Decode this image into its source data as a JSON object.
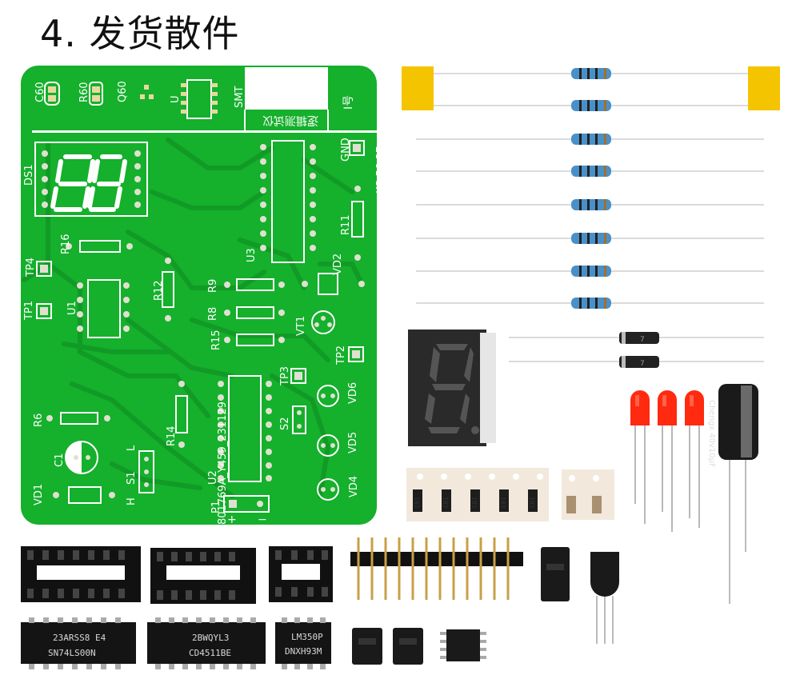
{
  "title": "4. 发货散件",
  "colors": {
    "pcb": "#15b02c",
    "silk": "#ffffff",
    "resistor_body": "#4a90c8",
    "tape": "#f5c400",
    "led": "#ff2a10",
    "cap": "#1a1a1a"
  },
  "pcb": {
    "smt_label": "SMT",
    "box_text": "逻辑测试仪",
    "i_char": "I号",
    "labels": {
      "c60": "C60",
      "r60": "R60",
      "q60": "Q60",
      "u": "U",
      "ds1": "DS1",
      "gnd": "GND",
      "ks": "KS-56-37",
      "r11": "R11",
      "r16": "R16",
      "u3": "U3",
      "vd2": "VD2",
      "tp4": "TP4",
      "tp1": "TP1",
      "u1": "U1",
      "r12": "R12",
      "r9": "R9",
      "r8": "R8",
      "r15": "R15",
      "vt1": "VT1",
      "tp2": "TP2",
      "tp3": "TP3",
      "vd6": "VD6",
      "r6": "R6",
      "r14": "R14",
      "s2": "S2",
      "c1": "C1",
      "l": "L",
      "s1": "S1",
      "vd5": "VD5",
      "h": "H",
      "u2": "U2",
      "p1": "P1",
      "vd4": "VD4",
      "vd1": "VD1",
      "plus": "+",
      "minus": "−"
    },
    "serial": "801769A_Y459_231129"
  },
  "chips": [
    {
      "line1": "23ARSS8 E4",
      "line2": "SN74LS00N"
    },
    {
      "line1": "2BWQYL3",
      "line2": "CD4511BE"
    },
    {
      "line1": "LM350P",
      "line2": "DNXH93M"
    }
  ],
  "smd_codes": {
    "a": "103",
    "b": "103",
    "c": "103",
    "d": "103",
    "e": "103"
  },
  "capacitor_text": "Chengx 40v10μF",
  "diode_mark": "7"
}
